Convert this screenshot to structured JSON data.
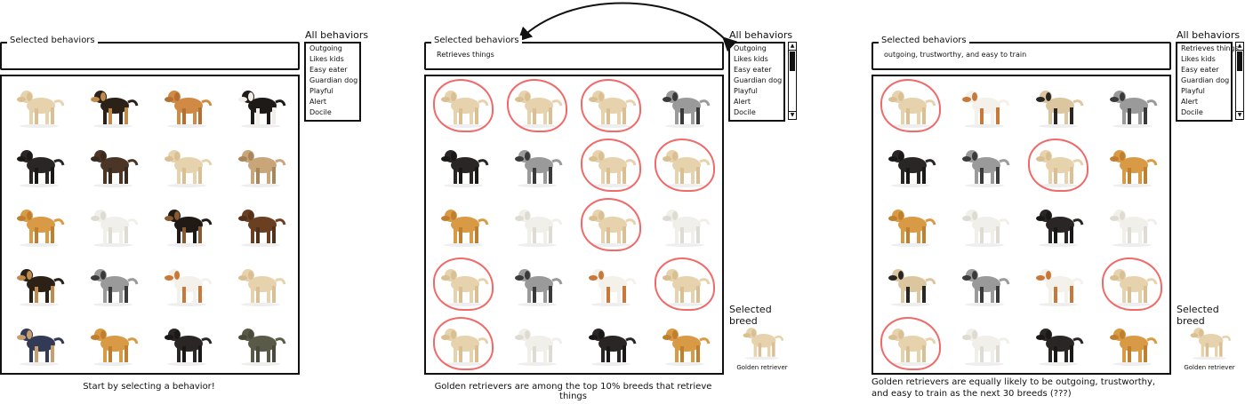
{
  "colors": {
    "highlight": "#f06a6a",
    "border": "#111111"
  },
  "labels": {
    "selected_behaviors": "Selected behaviors",
    "all_behaviors": "All behaviors",
    "selected_breed": "Selected breed"
  },
  "panels": [
    {
      "selected_value": "",
      "behaviors": [
        "Outgoing",
        "Likes kids",
        "Easy eater",
        "Guardian dog",
        "Playful",
        "Alert",
        "Docile"
      ],
      "scrollbar": false,
      "caption": "Start by selecting a behavior!",
      "selected_breed": null,
      "grid": [
        [
          "golden",
          "shepherd",
          "puppy",
          "collie"
        ],
        [
          "black",
          "poodle",
          "golden",
          "terrier"
        ],
        [
          "lab",
          "westie",
          "rottweiler",
          "spaniel"
        ],
        [
          "shepherd",
          "spotted",
          "brittany",
          "golden"
        ],
        [
          "yorkie",
          "lab",
          "black",
          "puli"
        ]
      ],
      "highlight": []
    },
    {
      "selected_value": "Retrieves things",
      "behaviors": [
        "Outgoing",
        "Likes kids",
        "Easy eater",
        "Guardian dog",
        "Playful",
        "Alert",
        "Docile"
      ],
      "scrollbar": true,
      "caption": "Golden retrievers are among the top 10% breeds that retrieve things",
      "selected_breed": "Golden retriever",
      "grid": [
        [
          "golden",
          "golden",
          "golden",
          "spotted"
        ],
        [
          "black",
          "spotted",
          "golden",
          "golden"
        ],
        [
          "lab",
          "westie",
          "golden",
          "westie"
        ],
        [
          "golden",
          "spotted",
          "brittany",
          "golden"
        ],
        [
          "golden",
          "westie",
          "black",
          "lab"
        ]
      ],
      "highlight": [
        [
          0,
          0
        ],
        [
          0,
          1
        ],
        [
          0,
          2
        ],
        [
          1,
          2
        ],
        [
          1,
          3
        ],
        [
          2,
          2
        ],
        [
          3,
          0
        ],
        [
          3,
          3
        ],
        [
          4,
          0
        ]
      ]
    },
    {
      "selected_value": "outgoing, trustworthy, and easy to train",
      "behaviors": [
        "Retrieves things",
        "Likes kids",
        "Easy eater",
        "Guardian dog",
        "Playful",
        "Alert",
        "Docile"
      ],
      "scrollbar": true,
      "caption": "Golden retrievers are equally likely to be outgoing, trustworthy, and easy to train as the next 30 breeds (???)",
      "selected_breed": "Golden retriever",
      "grid": [
        [
          "golden",
          "brittany",
          "pug",
          "spotted"
        ],
        [
          "black",
          "spotted",
          "golden",
          "lab"
        ],
        [
          "lab",
          "westie",
          "black",
          "westie"
        ],
        [
          "pug",
          "spotted",
          "brittany",
          "golden"
        ],
        [
          "golden",
          "westie",
          "black",
          "lab"
        ]
      ],
      "highlight": [
        [
          0,
          0
        ],
        [
          1,
          2
        ],
        [
          3,
          3
        ],
        [
          4,
          0
        ]
      ]
    }
  ]
}
